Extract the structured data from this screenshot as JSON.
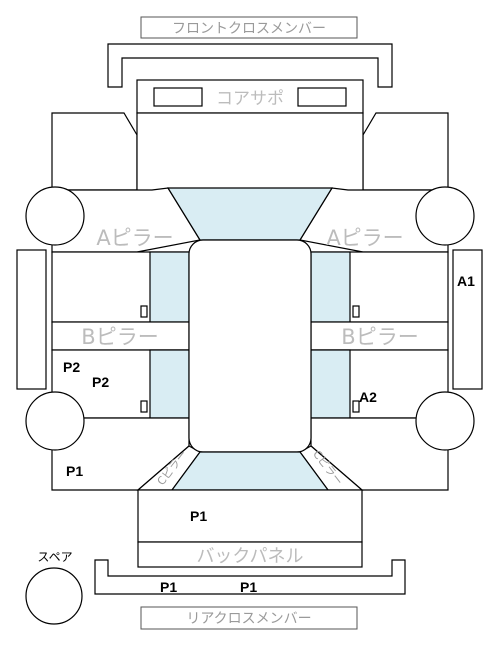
{
  "labels": {
    "front_cross_member": "フロントクロスメンバー",
    "core_support": "コアサポ",
    "a_pillar_left": "Aピラー",
    "a_pillar_right": "Aピラー",
    "b_pillar_left": "Bピラー",
    "b_pillar_right": "Bピラー",
    "c_pillar_left": "Cピラー",
    "c_pillar_right": "Cピラー",
    "back_panel": "バックパネル",
    "rear_cross_member": "リアクロスメンバー",
    "spare": "スペア"
  },
  "marks": {
    "a1": "A1",
    "a2": "A2",
    "p2_left_outer": "P2",
    "p2_left_inner": "P2",
    "p1_left_rear": "P1",
    "p1_back_panel": "P1",
    "p1_rear_left": "P1",
    "p1_rear_right": "P1"
  },
  "colors": {
    "glass": "#d9edf3",
    "outline": "#000000",
    "label_gray": "#bcbcbc"
  }
}
